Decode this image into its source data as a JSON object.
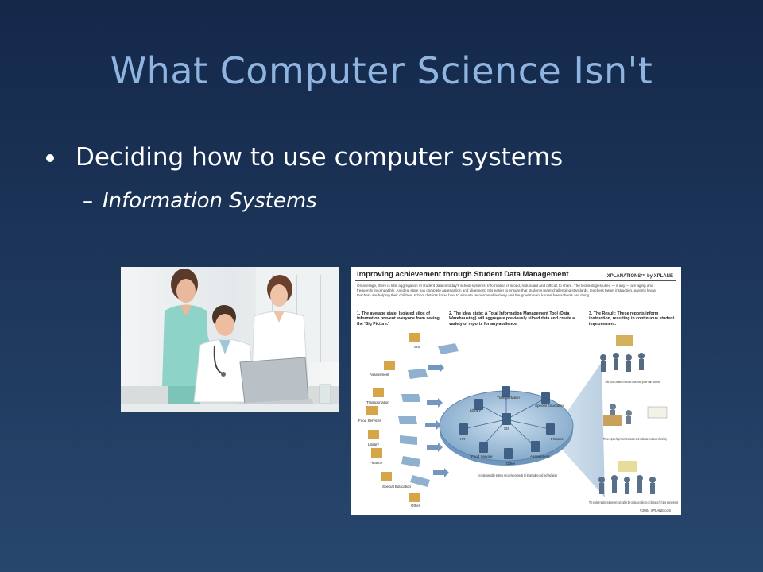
{
  "slide": {
    "title": "What Computer Science Isn't",
    "bullets": [
      {
        "text": "Deciding how to use computer systems",
        "sub": [
          {
            "text": "Information Systems"
          }
        ]
      }
    ]
  },
  "infographic": {
    "title": "Improving achievement through Student Data Management",
    "brand": "XPLANATIONS™ by XPLANE",
    "intro": "On average, there is little aggregation of student data in today's school systems. Information is siloed, redundant and difficult to share. The technologies used — if any — are aging and frequently incompatible. An ideal state has complete aggregation and alignment. It is easier to ensure that students meet challenging standards, teachers target instruction, parents know teachers are helping their children, school districts know how to allocate resources effectively and the government knows how schools are doing.",
    "steps": [
      {
        "num": "1",
        "text": "The average state: Isolated silos of information prevent everyone from seeing the 'Big Picture.'"
      },
      {
        "num": "2",
        "text": "The ideal state: A Total Information Management Tool (Data Warehousing) will aggregate previously siloed data and create a variety of reports for any audience."
      },
      {
        "num": "3",
        "text": "The Result: These reports inform instruction, resulting in continuous student improvement."
      }
    ],
    "silos": [
      "SIS",
      "Assessment",
      "Transportation",
      "Food Services",
      "Library",
      "Finance",
      "Special Education",
      "Other"
    ],
    "hub_nodes": [
      "Transportation",
      "Library",
      "Special Education",
      "HR",
      "SIS",
      "Finance",
      "Food Service",
      "Other",
      "Assessment"
    ],
    "notes": {
      "security": "An interoperable system securely connects all information and technologies",
      "reports": "The tool creates reports that everyone can access",
      "instruction": "These reports help inform instruction and reallocate resources effectively",
      "result": "This results in student improvement and enables the continuous collection of information for future improvements",
      "copyright": "©2004 XPLANE.com"
    }
  },
  "colors": {
    "title": "#8fb4df",
    "text": "#ffffff",
    "bg_top": "#14284a",
    "bg_bottom": "#28476d"
  }
}
